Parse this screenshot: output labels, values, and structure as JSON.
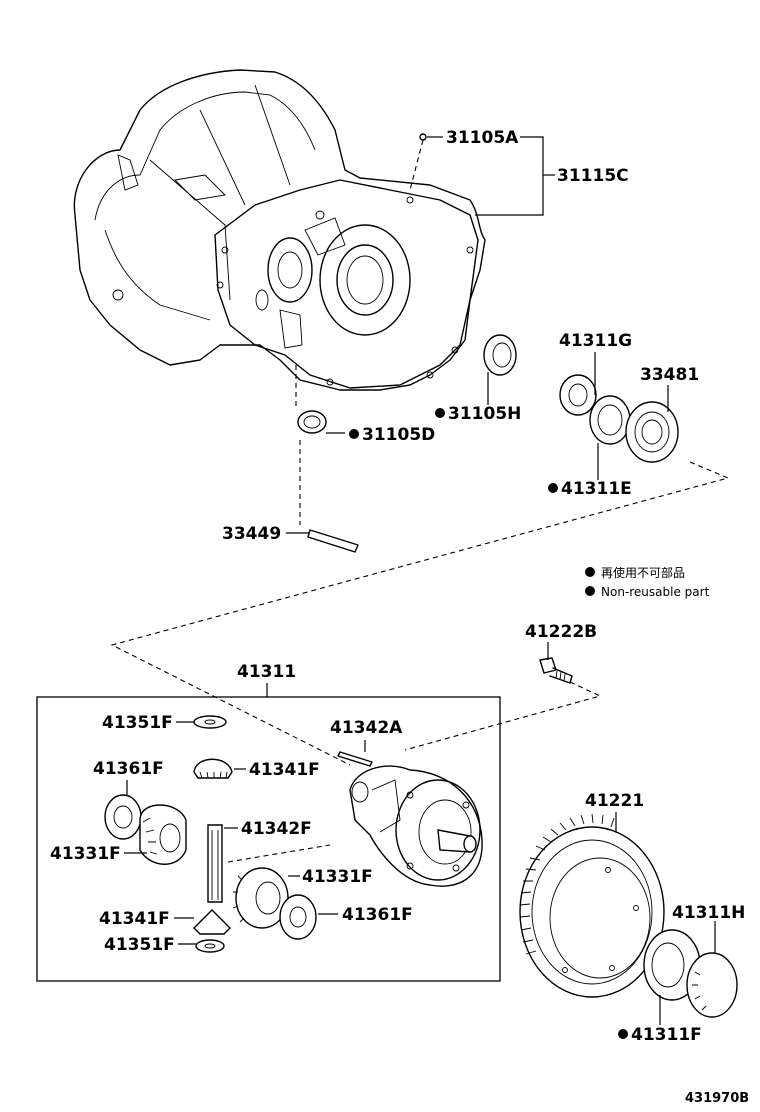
{
  "labels": {
    "p31105A": "31105A",
    "p31115C": "31115C",
    "p31105H": "31105H",
    "p31105D": "31105D",
    "p41311G": "41311G",
    "p33481": "33481",
    "p41311E": "41311E",
    "p33449": "33449",
    "p41222B": "41222B",
    "p41311": "41311",
    "p41351F_top": "41351F",
    "p41342A": "41342A",
    "p41361F_left": "41361F",
    "p41341F_top": "41341F",
    "p41342F": "41342F",
    "p41331F_left": "41331F",
    "p41331F_right": "41331F",
    "p41341F_bottom": "41341F",
    "p41361F_right": "41361F",
    "p41351F_bottom": "41351F",
    "p41221": "41221",
    "p41311H": "41311H",
    "p41311F": "41311F"
  },
  "legend": {
    "line1": "再使用不可部品",
    "line2": "Non-reusable part"
  },
  "diagram_code": "431970B"
}
